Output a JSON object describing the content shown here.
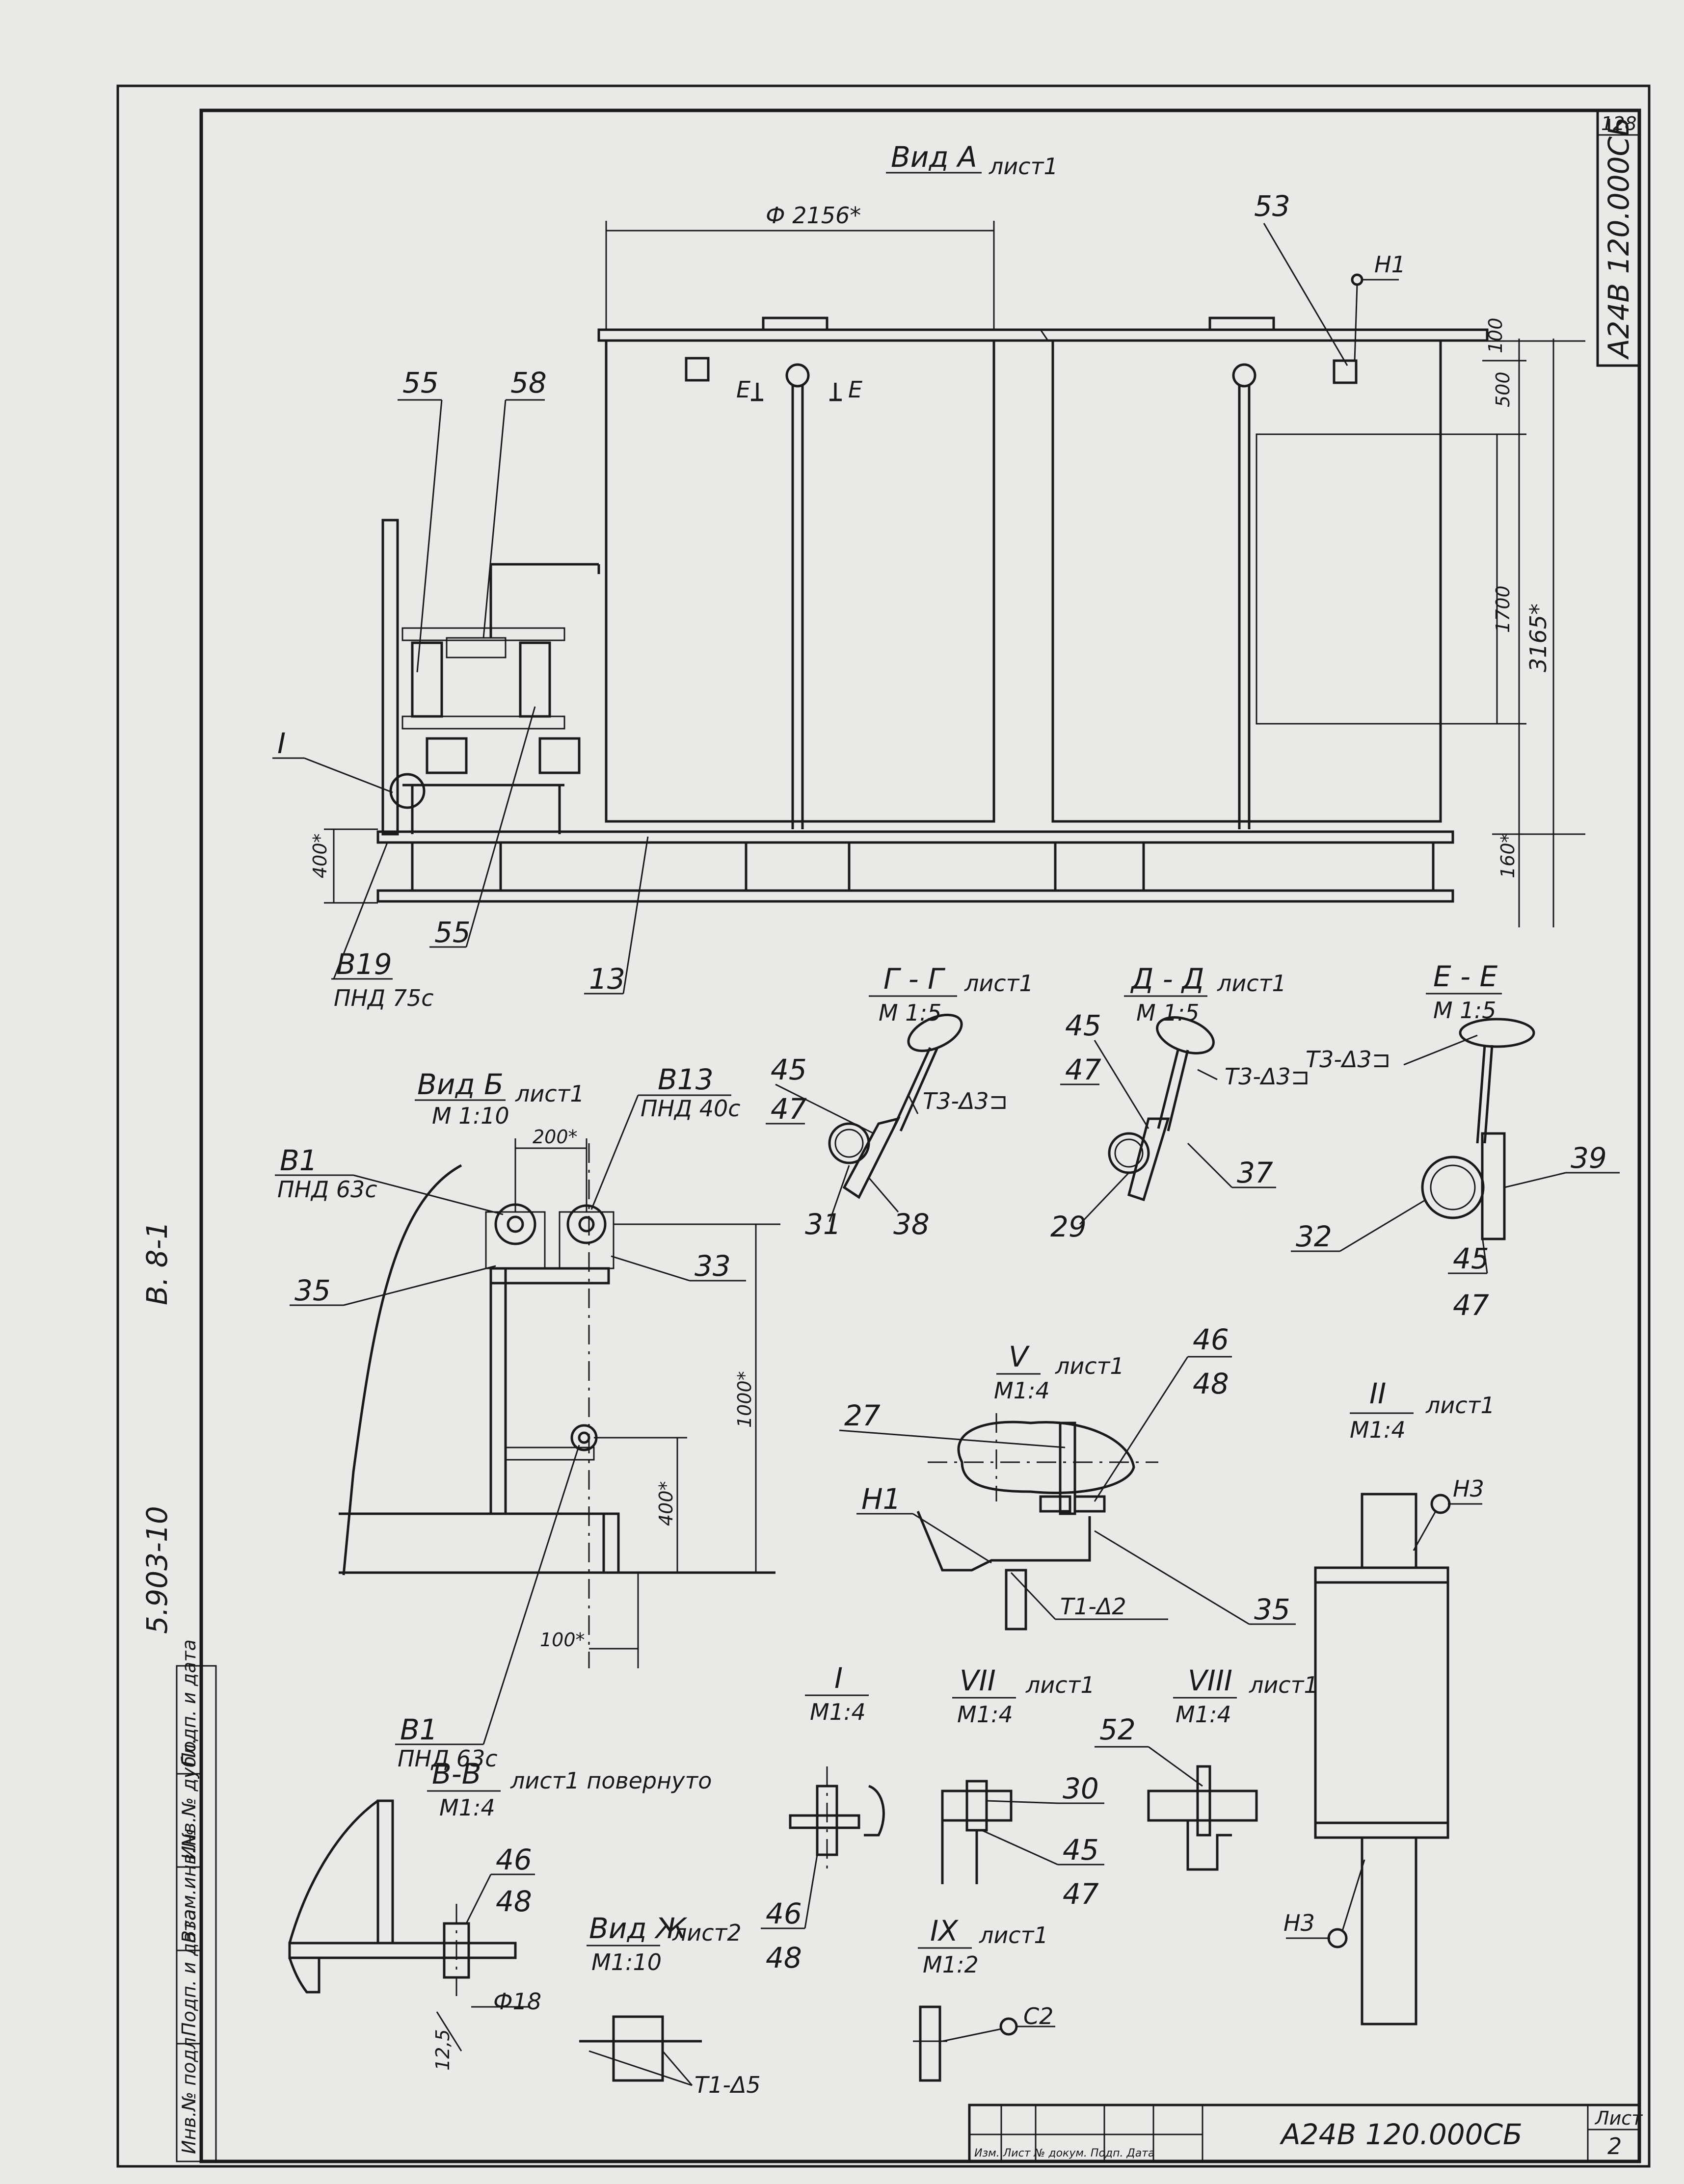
{
  "sheet": {
    "doc_code": "А24В 120.000СБ",
    "sheet_label": "Лист",
    "sheet_no": "2",
    "corner_no": "128",
    "side_code_a": "5.903-10",
    "side_code_b": "В. 8-1",
    "margin_cells": [
      "Инв.№ подл.",
      "Подп. и дата",
      "Взам.инв.№",
      "Инв.№ дубл.",
      "Подп. и дата"
    ],
    "title_block_header": "Изм. Лист  № докум.  Подп.  Дата"
  },
  "views": {
    "vid_a": {
      "title": "Вид А",
      "ref": "лист1",
      "dims": {
        "diameter": "Ф 2156*",
        "d100": "100",
        "d500": "500",
        "d1700": "1700",
        "d3165": "3165*",
        "d400": "400*",
        "d160": "160*"
      },
      "labels": {
        "l53": "53",
        "h1": "Н1",
        "l55a": "55",
        "l58": "58",
        "l55b": "55",
        "roman1": "I",
        "e1": "Е",
        "e2": "Е",
        "b19": "В19",
        "pnd75": "ПНД 75с",
        "l13": "13"
      }
    },
    "vid_b": {
      "title": "Вид Б",
      "scale": "М 1:10",
      "ref": "лист1",
      "labels": {
        "b1": "В1",
        "pnd63": "ПНД 63с",
        "b13": "В13",
        "pnd40": "ПНД 40с",
        "l35": "35",
        "l33": "33",
        "b1b": "В1",
        "pnd63b": "ПНД 63с"
      },
      "dims": {
        "d200": "200*",
        "d1000": "1000*",
        "d400": "400*",
        "d100": "100*"
      }
    },
    "sec_gg": {
      "title": "Г - Г",
      "scale": "М 1:5",
      "ref": "лист1",
      "labels": {
        "l45": "45",
        "l47": "47",
        "l31": "31",
        "l38": "38",
        "weld": "Т3-Δ3⊐"
      }
    },
    "sec_dd": {
      "title": "Д - Д",
      "scale": "М 1:5",
      "ref": "лист1",
      "labels": {
        "l45": "45",
        "l47": "47",
        "l29": "29",
        "l37": "37",
        "weld": "Т3-Δ3⊐"
      }
    },
    "sec_ee": {
      "title": "Е - Е",
      "scale": "М 1:5",
      "labels": {
        "l39": "39",
        "l32": "32",
        "l45": "45",
        "l47": "47",
        "weld": "Т3-Δ3⊐"
      }
    },
    "node_v": {
      "title": "V",
      "scale": "М1:4",
      "ref": "лист1",
      "labels": {
        "l46": "46",
        "l48": "48",
        "l27": "27",
        "h1": "Н1",
        "l35": "35",
        "weld": "Т1-Δ2"
      }
    },
    "node_ii": {
      "title": "II",
      "scale": "М1:4",
      "ref": "лист1",
      "labels": {
        "h3a": "Н3",
        "h3b": "Н3"
      }
    },
    "sec_vv": {
      "title": "В-В",
      "scale": "М1:4",
      "ref": "лист1 повернуто",
      "labels": {
        "l46": "46",
        "l48": "48",
        "phi18": "Ф18",
        "d125": "12,5"
      }
    },
    "node_i": {
      "title": "I",
      "scale": "М1:4",
      "labels": {
        "l46": "46",
        "l48": "48"
      }
    },
    "node_vii": {
      "title": "VII",
      "scale": "М1:4",
      "ref": "лист1",
      "labels": {
        "l30": "30",
        "l45": "45",
        "l47": "47"
      }
    },
    "node_viii": {
      "title": "VIII",
      "scale": "М1:4",
      "ref": "лист1",
      "labels": {
        "l52": "52"
      }
    },
    "vid_zh": {
      "title": "Вид Ж",
      "scale": "М1:10",
      "ref": "лист2",
      "labels": {
        "weld": "Т1-Δ5"
      }
    },
    "node_ix": {
      "title": "IX",
      "scale": "М1:2",
      "ref": "лист1",
      "labels": {
        "c2": "С2"
      }
    }
  }
}
